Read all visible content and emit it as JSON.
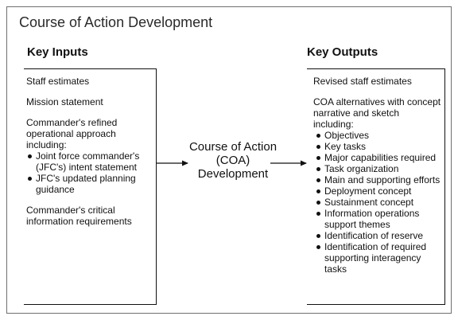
{
  "title": "Course of Action Development",
  "inputs": {
    "heading": "Key Inputs",
    "items": [
      "Staff estimates",
      "Mission statement",
      "Commander's refined operational approach including:"
    ],
    "bullets": [
      "Joint force commander's (JFC's) intent statement",
      "JFC's updated planning guidance"
    ],
    "last_item": "Commander's critical information requirements"
  },
  "process": {
    "line1": "Course of Action",
    "line2": "(COA)",
    "line3": "Development"
  },
  "outputs": {
    "heading": "Key Outputs",
    "items": [
      "Revised staff estimates",
      "COA alternatives with concept narrative and sketch including:"
    ],
    "bullets": [
      "Objectives",
      "Key tasks",
      "Major capabilities required",
      "Task organization",
      "Main and supporting efforts",
      "Deployment concept",
      "Sustainment concept",
      "Information operations support themes",
      "Identification of reserve",
      "Identification of required supporting interagency tasks"
    ]
  }
}
